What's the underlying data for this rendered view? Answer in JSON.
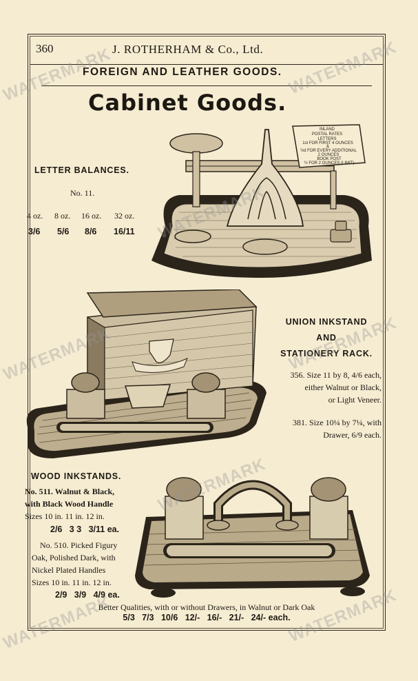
{
  "header": {
    "page_number": "360",
    "firm": "J. ROTHERHAM & Co., Ltd.",
    "section": "FOREIGN AND LEATHER GOODS.",
    "title": "Cabinet Goods."
  },
  "letter_balances": {
    "heading": "LETTER BALANCES.",
    "number": "No. 11.",
    "weights": [
      "4 oz.",
      "8 oz.",
      "16 oz.",
      "32 oz."
    ],
    "prices": [
      "3/6",
      "5/6",
      "8/6",
      "16/11"
    ],
    "card_lines": [
      "INLAND",
      "POSTAL RATES",
      "LETTERS",
      "1st FOR FIRST 4 OUNCES",
      "&",
      "½d FOR EVERY ADDITIONAL",
      "2 OUNCES",
      "BOOK POST",
      "½ FOR 2 OUNCES (LIMIT)"
    ]
  },
  "union_inkstand": {
    "heading_lines": [
      "UNION INKSTAND",
      "AND",
      "STATIONERY RACK."
    ],
    "desc1_lines": [
      "356. Size 11 by 8, 4/6 each,",
      "either Walnut or Black,",
      "or Light Veneer."
    ],
    "desc2_lines": [
      "381. Size 10¼ by 7¼, with",
      "Drawer, 6/9 each."
    ]
  },
  "wood_inkstands": {
    "heading": "WOOD INKSTANDS.",
    "no511_lines": [
      "No. 511. Walnut & Black,",
      "with Black Wood Handle"
    ],
    "sizes1": "Sizes 10 in.  11 in.  12 in.",
    "prices1": "2/6   3 3   3/11 ea.",
    "no510_lines": [
      "No. 510. Picked Figury",
      "Oak, Polished Dark, with",
      "Nickel Plated Handles"
    ],
    "sizes2": "Sizes 10 in. 11 in. 12 in.",
    "prices2": "2/9   3/9   4/9 ea."
  },
  "footer": {
    "line1": "Better Qualities, with or without Drawers, in Walnut or Dark Oak",
    "line2": "5/3   7/3   10/6   12/-   16/-   21/-   24/- each."
  },
  "watermarks": [
    "WATERMARK",
    "WATERMARK",
    "WATERMARK",
    "WATERMARK",
    "WATERMARK",
    "WATERMARK",
    "WATERMARK",
    "WATERMARK"
  ]
}
